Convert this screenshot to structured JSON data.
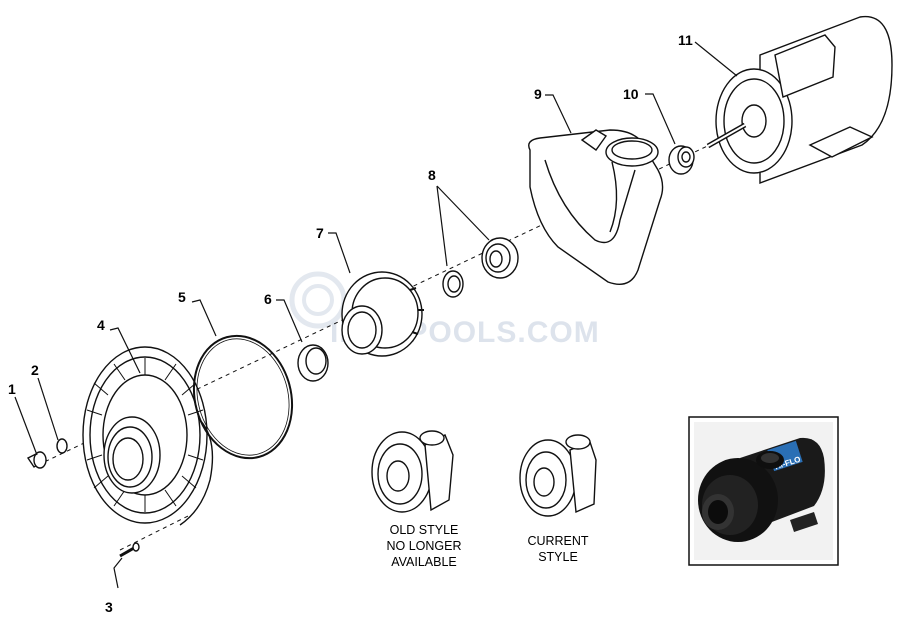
{
  "watermark": {
    "brand": "INYOPOOLS.COM"
  },
  "callouts": [
    {
      "id": "1",
      "label": "1"
    },
    {
      "id": "2",
      "label": "2"
    },
    {
      "id": "3",
      "label": "3"
    },
    {
      "id": "4",
      "label": "4"
    },
    {
      "id": "5",
      "label": "5"
    },
    {
      "id": "6",
      "label": "6"
    },
    {
      "id": "7",
      "label": "7"
    },
    {
      "id": "8",
      "label": "8"
    },
    {
      "id": "9",
      "label": "9"
    },
    {
      "id": "10",
      "label": "10"
    },
    {
      "id": "11",
      "label": "11"
    }
  ],
  "styles": {
    "old": {
      "line1": "OLD STYLE",
      "line2": "NO LONGER",
      "line3": "AVAILABLE"
    },
    "current": {
      "line1": "CURRENT",
      "line2": "STYLE"
    }
  },
  "photo": {
    "logo_text": "HI-FLO"
  },
  "colors": {
    "line": "#111111",
    "watermark": "#dde3ec",
    "photo_bg": "#1a1a1a"
  }
}
